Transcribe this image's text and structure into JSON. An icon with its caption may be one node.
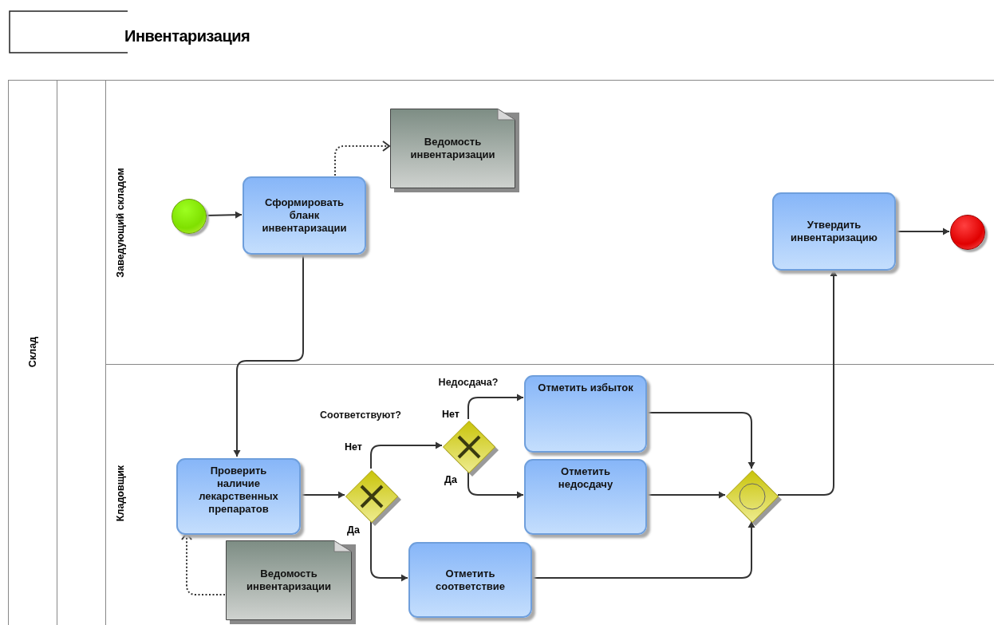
{
  "diagram": {
    "title": "Инвентаризация",
    "nodes": [
      {
        "text": [
          "Склад"
        ]
      },
      {
        "text": [
          "Заведующий складом"
        ],
        "in": 0
      },
      {
        "text": [
          "Кладовщик"
        ],
        "in": 0
      },
      {
        "text": [],
        "shape": "circle",
        "in": 1
      },
      {
        "text": [
          "Сформировать бланк инвентаризации"
        ],
        "in": 1
      },
      {
        "text": [
          "Ведомость инвентаризации"
        ],
        "in": 1
      },
      {
        "text": [
          "Утвердить инвентаризацию"
        ],
        "in": 1
      },
      {
        "text": [],
        "shape": "circle",
        "in": 1
      },
      {
        "text": [
          "Проверить наличие лекарственных препаратов"
        ],
        "in": 2
      },
      {
        "text": [
          "Ведомость инвентаризации"
        ],
        "in": 2
      },
      {
        "text": [],
        "shape": "diamond",
        "in": 2
      },
      {
        "text": [],
        "shape": "diamond",
        "beside": [
          "Недосдача?"
        ],
        "in": 2
      },
      {
        "text": [
          "Отметить избыток"
        ],
        "in": 2
      },
      {
        "text": [
          "Отметить недосдачу"
        ],
        "in": 2
      },
      {
        "text": [
          "Отметить соответствие"
        ],
        "in": 2
      },
      {
        "text": [],
        "shape": "diamond",
        "in": 2
      }
    ],
    "edges": [
      {
        "from": 3,
        "to": 4,
        "arrow": "to"
      },
      {
        "from": 4,
        "to": 5,
        "arrow": "to",
        "style": "dashed"
      },
      {
        "from": 4,
        "to": 8,
        "arrow": "to"
      },
      {
        "from": 9,
        "to": 8,
        "arrow": "to",
        "style": "dashed"
      },
      {
        "from": 8,
        "to": 10,
        "arrow": "to"
      },
      {
        "from": 10,
        "to": 11,
        "arrow": "to",
        "label": "Нет"
      },
      {
        "from": 10,
        "to": 14,
        "arrow": "to",
        "label": "Да"
      },
      {
        "from": 11,
        "to": 12,
        "arrow": "to",
        "label": "Нет"
      },
      {
        "from": 11,
        "to": 13,
        "arrow": "to",
        "label": "Да"
      },
      {
        "from": 12,
        "to": 15,
        "arrow": "to"
      },
      {
        "from": 13,
        "to": 15,
        "arrow": "to"
      },
      {
        "from": 14,
        "to": 15,
        "arrow": "to"
      },
      {
        "from": 15,
        "to": 6,
        "arrow": "to"
      },
      {
        "from": 6,
        "to": 7,
        "arrow": "to"
      }
    ],
    "labels": [
      "Соответствуют?"
    ]
  }
}
